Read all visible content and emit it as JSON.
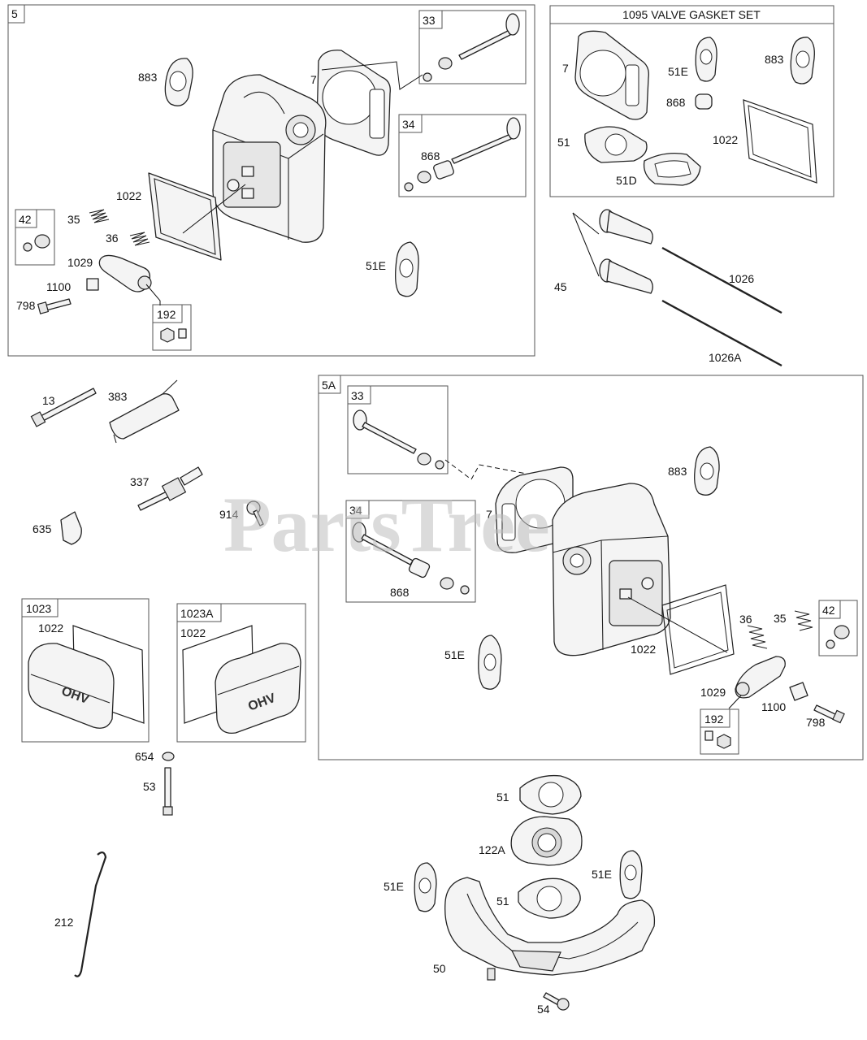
{
  "watermark": "PartsTree",
  "callouts": {
    "l883_a": "883",
    "l7_a": "7",
    "l1022_a": "1022",
    "l35_a": "35",
    "l36_a": "36",
    "l1029_a": "1029",
    "l1100_a": "1100",
    "l798_a": "798",
    "l868_a": "868",
    "l51E_a": "51E",
    "l7_g": "7",
    "l51E_g": "51E",
    "l883_g": "883",
    "l868_g": "868",
    "l51_g": "51",
    "l1022_g": "1022",
    "l51D_g": "51D",
    "l45": "45",
    "l1026": "1026",
    "l1026A": "1026A",
    "l13": "13",
    "l383": "383",
    "l337": "337",
    "l914": "914",
    "l635": "635",
    "l1022_c1": "1022",
    "l1022_c2": "1022",
    "l654": "654",
    "l53": "53",
    "l212": "212",
    "l883_b": "883",
    "l7_b": "7",
    "l868_b": "868",
    "l51E_b": "51E",
    "l1022_b": "1022",
    "l36_b": "36",
    "l35_b": "35",
    "l1029_b": "1029",
    "l1100_b": "1100",
    "l798_b": "798",
    "l51_m1": "51",
    "l122A": "122A",
    "l51E_m1": "51E",
    "l51E_m2": "51E",
    "l51_m2": "51",
    "l50": "50",
    "l54": "54"
  },
  "boxes": {
    "b5": "5",
    "b33_a": "33",
    "b34_a": "34",
    "b42_a": "42",
    "b192_a": "192",
    "gasket_set": "1095 VALVE GASKET SET",
    "b5A": "5A",
    "b33_b": "33",
    "b34_b": "34",
    "b42_b": "42",
    "b192_b": "192",
    "b1023": "1023",
    "b1023A": "1023A"
  },
  "cover_text": "OHV"
}
